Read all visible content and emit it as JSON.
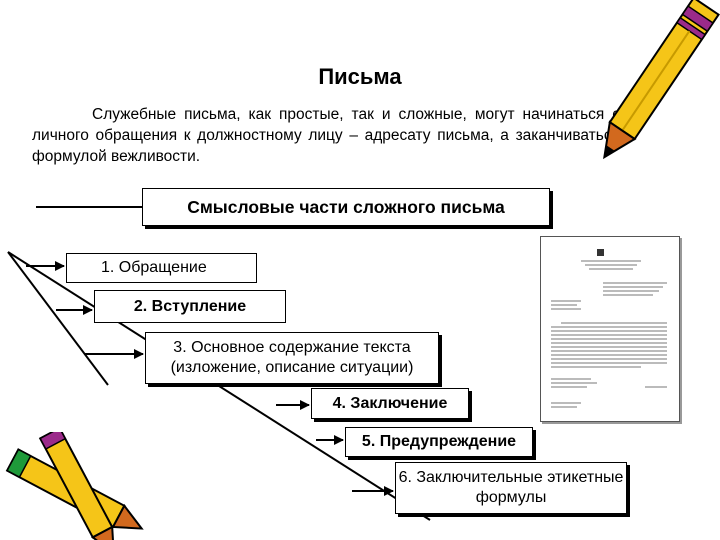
{
  "title": "Письма",
  "intro": "Служебные письма, как простые, так и сложные, могут начинаться с личного обращения к должностному лицу – адресату письма, а заканчиваться формулой вежливости.",
  "header": "Смысловые части сложного письма",
  "steps": [
    "1. Обращение",
    "2. Вступление",
    "3. Основное содержание текста (изложение, описание ситуации)",
    "4. Заключение",
    "5. Предупреждение",
    "6. Заключительные этикетные формулы"
  ],
  "icons": {
    "top_right": "pencil-icon",
    "bottom_left": "pencils-icon",
    "document": "letter-document-icon"
  },
  "colors": {
    "pencil_body": "#f5c518",
    "pencil_stripe": "#9b2a8a",
    "pencil_tip": "#d2691e",
    "pencil_green": "#1f9a3a"
  }
}
